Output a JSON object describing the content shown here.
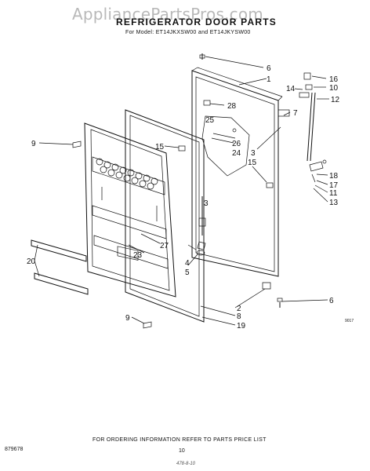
{
  "watermark": "AppliancePartsPros.com",
  "title": "REFRIGERATOR DOOR PARTS",
  "subtitle": "For Model: ET14JKXSW00 and ET14JKYSW00",
  "footer": "FOR ORDERING INFORMATION REFER TO PARTS PRICE LIST",
  "doc_number": "879678",
  "page_number": "10",
  "handwritten_note": "478-8-10",
  "ref_code": "9017",
  "callouts": {
    "c1": "1",
    "c2": "2",
    "c3a": "3",
    "c3b": "3",
    "c4": "4",
    "c5": "5",
    "c6a": "6",
    "c6b": "6",
    "c7": "7",
    "c8": "8",
    "c9a": "9",
    "c9b": "9",
    "c10": "10",
    "c11": "11",
    "c12": "12",
    "c13": "13",
    "c14": "14",
    "c15a": "15",
    "c15b": "15",
    "c16": "16",
    "c17": "17",
    "c18": "18",
    "c19": "19",
    "c20": "20",
    "c23": "23",
    "c24": "24",
    "c25": "25",
    "c26": "26",
    "c27": "27",
    "c28": "28"
  }
}
